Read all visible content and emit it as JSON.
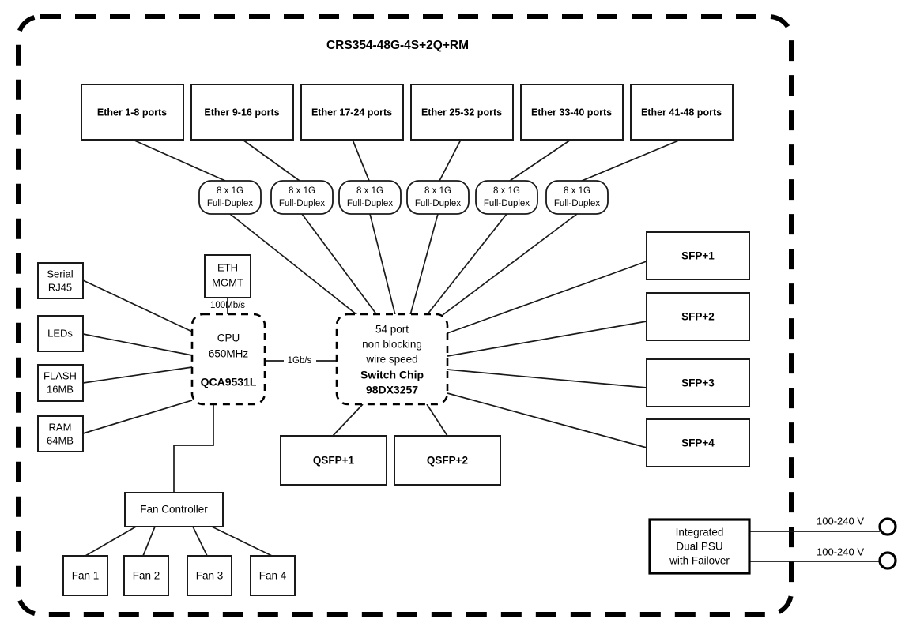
{
  "diagram": {
    "title": "CRS354-48G-4S+2Q+RM",
    "enclosure_label": "device-enclosure"
  },
  "ether_groups": [
    {
      "label": "Ether 1-8 ports"
    },
    {
      "label": "Ether 9-16 ports"
    },
    {
      "label": "Ether 17-24 ports"
    },
    {
      "label": "Ether 25-32 ports"
    },
    {
      "label": "Ether 33-40 ports"
    },
    {
      "label": "Ether 41-48 ports"
    }
  ],
  "phy_links": [
    {
      "line1": "8 x 1G",
      "line2": "Full-Duplex"
    },
    {
      "line1": "8 x 1G",
      "line2": "Full-Duplex"
    },
    {
      "line1": "8 x 1G",
      "line2": "Full-Duplex"
    },
    {
      "line1": "8 x 1G",
      "line2": "Full-Duplex"
    },
    {
      "line1": "8 x 1G",
      "line2": "Full-Duplex"
    },
    {
      "line1": "8 x 1G",
      "line2": "Full-Duplex"
    }
  ],
  "peripherals": [
    {
      "line1": "Serial",
      "line2": "RJ45"
    },
    {
      "line1": "LEDs",
      "line2": ""
    },
    {
      "line1": "FLASH",
      "line2": "16MB"
    },
    {
      "line1": "RAM",
      "line2": "64MB"
    }
  ],
  "eth_mgmt": {
    "line1": "ETH",
    "line2": "MGMT",
    "speed": "100Mb/s"
  },
  "cpu": {
    "line1": "CPU",
    "line2": "650MHz",
    "line3": "QCA9531L"
  },
  "cpu_switch_link": {
    "speed": "1Gb/s"
  },
  "switch_chip": {
    "line1": "54 port",
    "line2": "non blocking",
    "line3": "wire speed",
    "line4": "Switch Chip",
    "line5": "98DX3257"
  },
  "sfp_ports": [
    {
      "label": "SFP+1"
    },
    {
      "label": "SFP+2"
    },
    {
      "label": "SFP+3"
    },
    {
      "label": "SFP+4"
    }
  ],
  "qsfp_ports": [
    {
      "label": "QSFP+1"
    },
    {
      "label": "QSFP+2"
    }
  ],
  "fan_controller": {
    "label": "Fan Controller"
  },
  "fans": [
    {
      "label": "Fan 1"
    },
    {
      "label": "Fan 2"
    },
    {
      "label": "Fan 3"
    },
    {
      "label": "Fan 4"
    }
  ],
  "psu": {
    "line1": "Integrated",
    "line2": "Dual PSU",
    "line3": "with Failover",
    "inputs": [
      {
        "label": "100-240 V"
      },
      {
        "label": "100-240 V"
      }
    ]
  },
  "colors": {
    "stroke": "#1a1a1a",
    "background": "#ffffff",
    "enclosure": "#000000"
  }
}
